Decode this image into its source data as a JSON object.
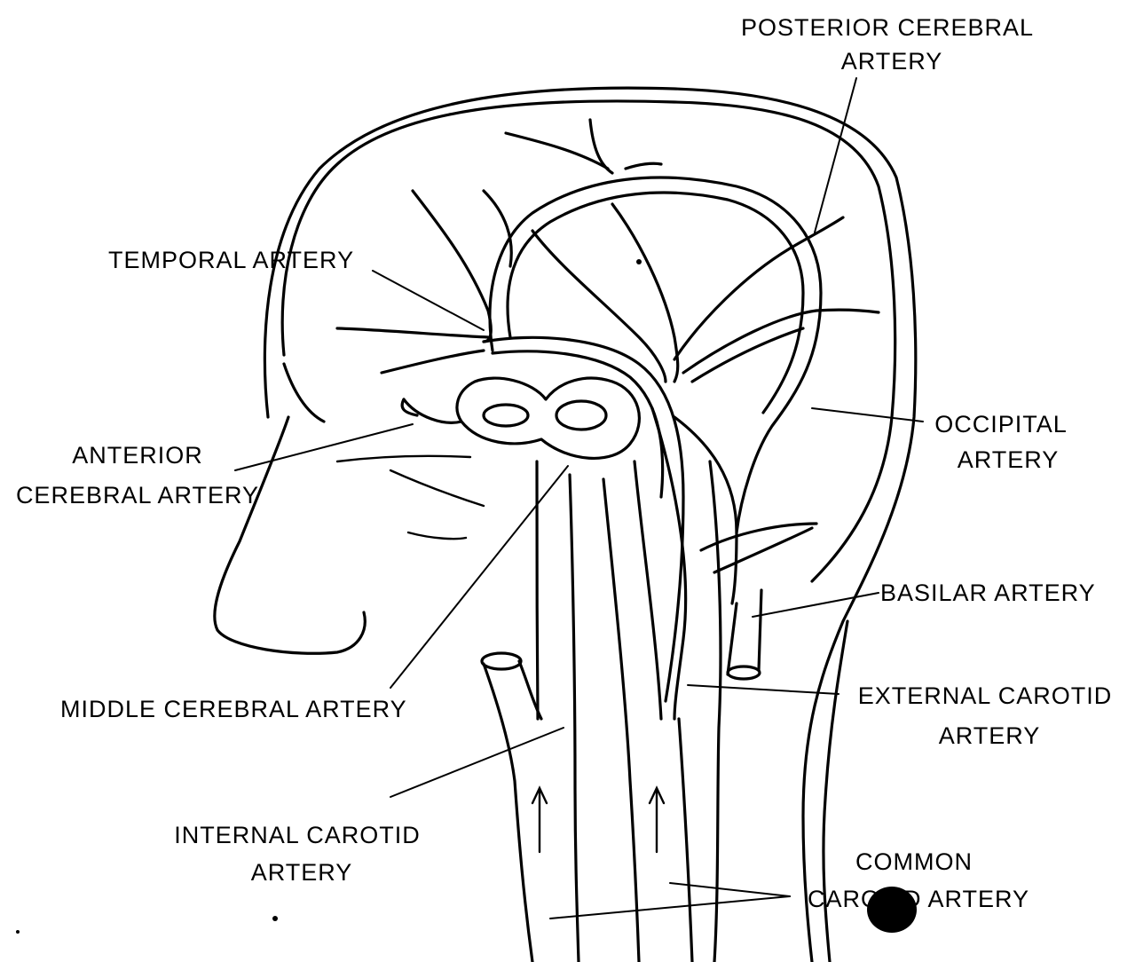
{
  "labels": {
    "posterior_cerebral": [
      "POSTERIOR CEREBRAL",
      "ARTERY"
    ],
    "temporal": [
      "TEMPORAL ARTERY"
    ],
    "anterior_cerebral": [
      "ANTERIOR",
      "CEREBRAL ARTERY"
    ],
    "occipital": [
      "OCCIPITAL",
      "ARTERY"
    ],
    "basilar": [
      "BASILAR ARTERY"
    ],
    "middle_cerebral": [
      "MIDDLE CEREBRAL ARTERY"
    ],
    "external_carotid": [
      "EXTERNAL CAROTID",
      "ARTERY"
    ],
    "internal_carotid": [
      "INTERNAL CAROTID",
      "ARTERY"
    ],
    "common_carotid": [
      "COMMON",
      "CAROTID ARTERY"
    ]
  }
}
